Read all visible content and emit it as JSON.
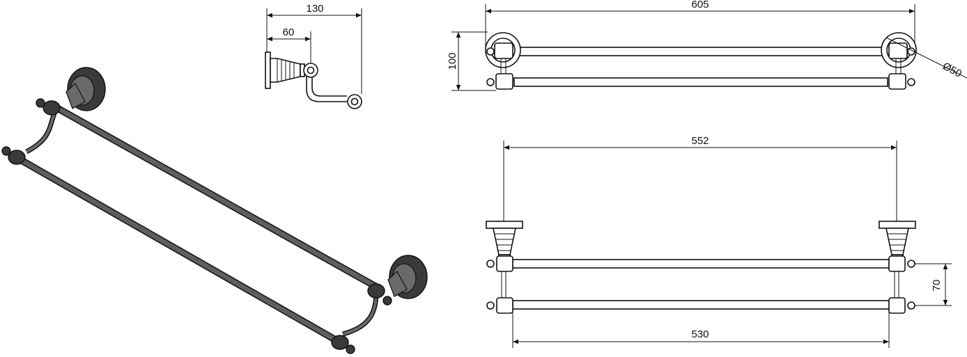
{
  "dimensions": {
    "side_total": "130",
    "side_offset": "60",
    "front_total": "605",
    "front_height": "100",
    "diameter": "Ø50",
    "top_outer": "552",
    "top_inner": "530",
    "bar_spacing": "70"
  }
}
